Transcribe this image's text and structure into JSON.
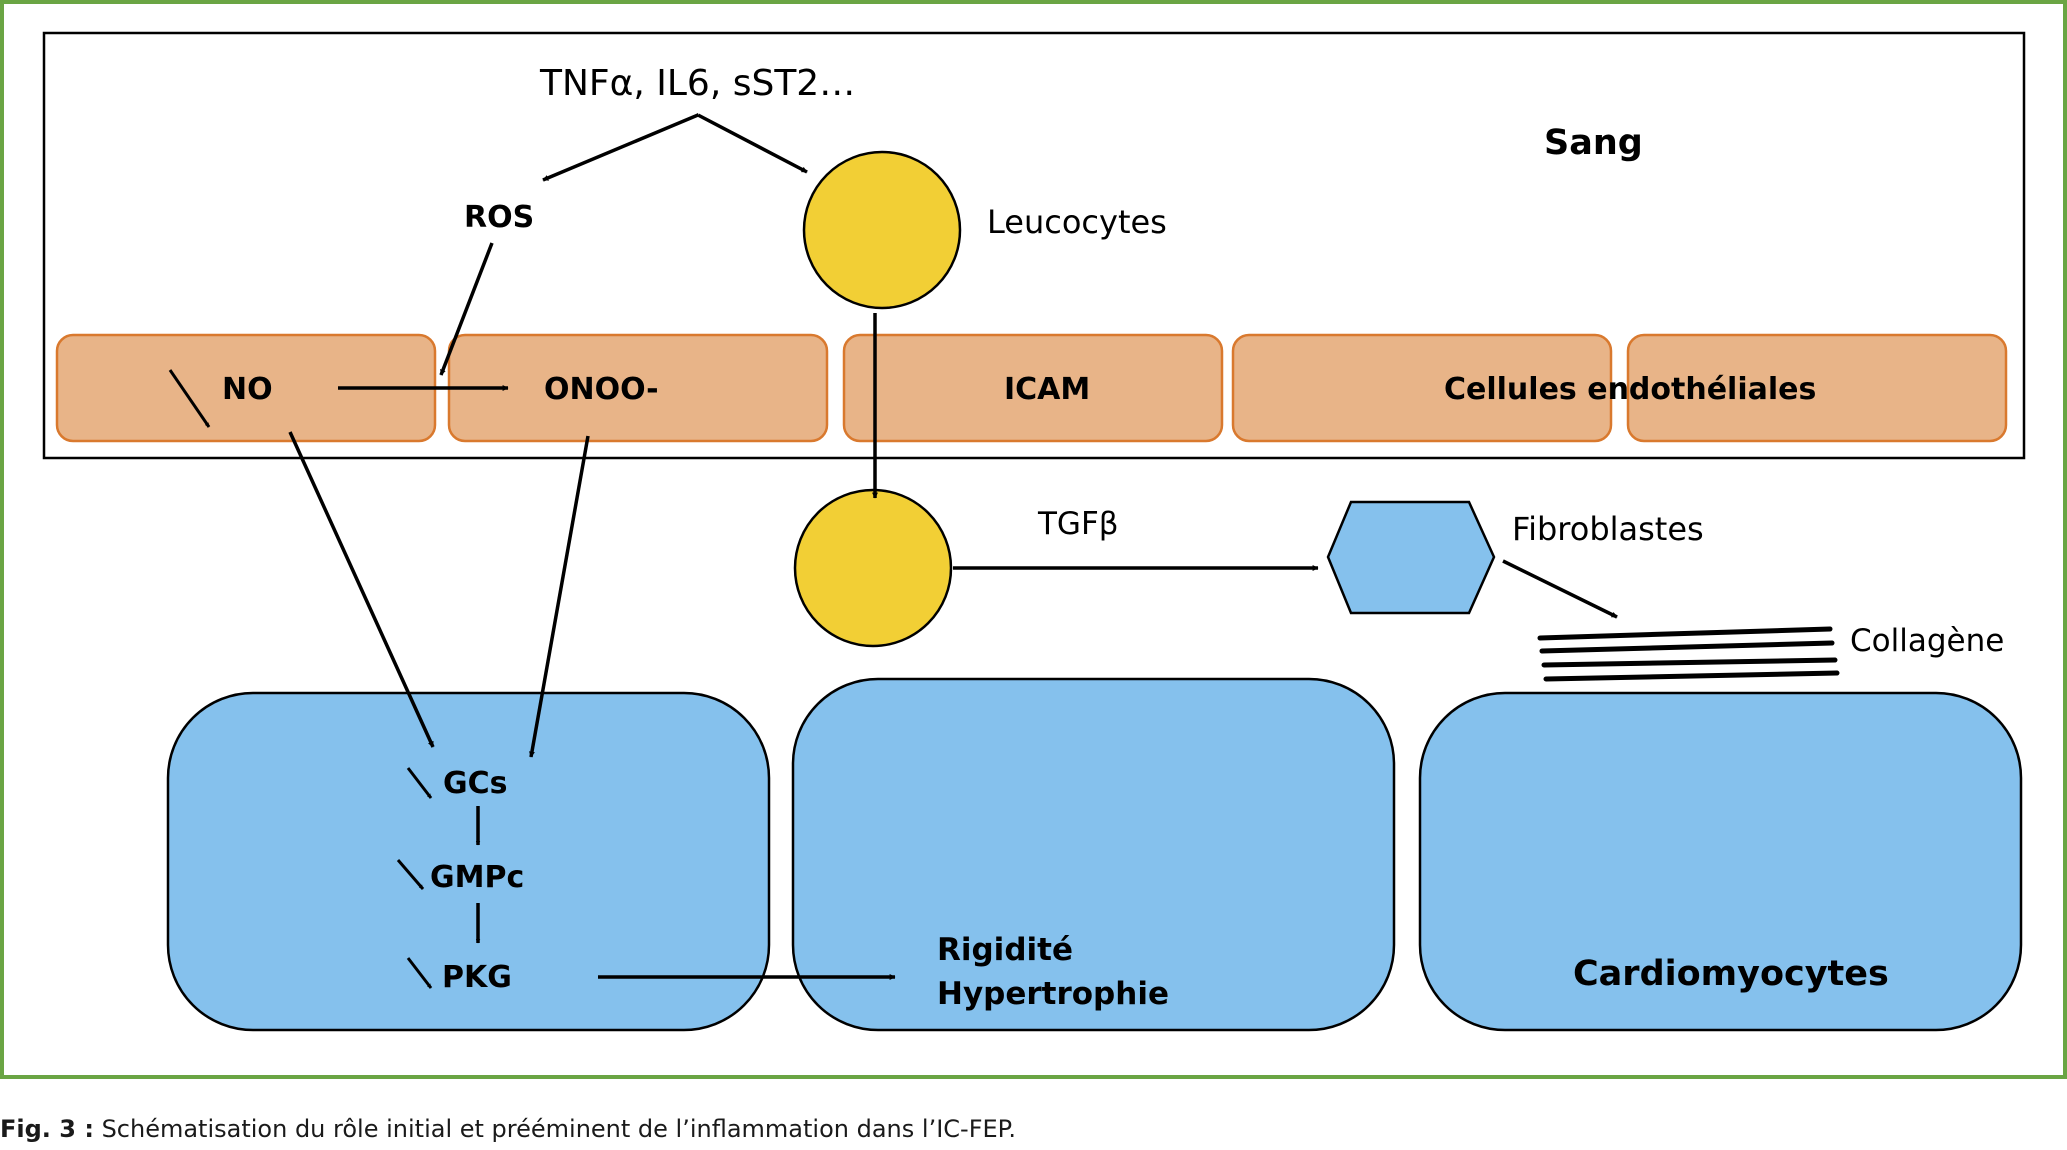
{
  "diagram": {
    "region_label": "Sang",
    "cytokines": "TNFα, IL6, sST2…",
    "ros": "ROS",
    "leucocytes": "Leucocytes",
    "endothelium": {
      "no": "NO",
      "onoo": "ONOO-",
      "icam": "ICAM",
      "cells": "Cellules endothéliales"
    },
    "tgfb": "TGFβ",
    "fibroblastes": "Fibroblastes",
    "collagene": "Collagène",
    "cascade": {
      "gcs": "GCs",
      "gmpc": "GMPc",
      "pkg": "PKG"
    },
    "effect_line1": "Rigidité",
    "effect_line2": "Hypertrophie",
    "cardiomyocytes": "Cardiomyocytes"
  },
  "caption": {
    "label": "Fig. 3 :",
    "text": " Schématisation du rôle initial et prééminent de l’inflammation dans l’IC-FEP."
  },
  "colors": {
    "frame_green": "#6aa544",
    "endothelium_fill": "#e8b488",
    "endothelium_stroke": "#d9792e",
    "cell_blue": "#85c1ed",
    "leucocyte_yellow": "#f2cf35"
  }
}
